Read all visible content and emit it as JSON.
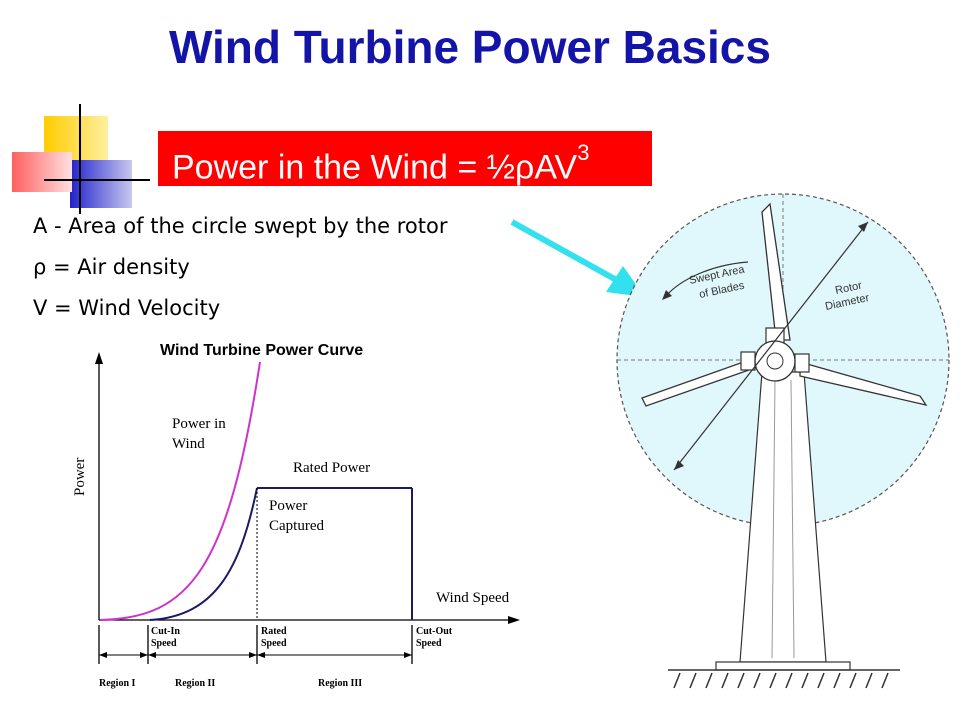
{
  "title": "Wind Turbine Power Basics",
  "formula": {
    "text": "Power in the Wind = ½ρAV",
    "exponent": "3"
  },
  "definitions": [
    "A - Area of the circle swept by the rotor",
    "ρ = Air density",
    "V = Wind Velocity"
  ],
  "power_curve": {
    "title": "Wind Turbine Power Curve",
    "y_axis_label": "Power",
    "x_axis_label": "Wind Speed",
    "power_in_wind_line1": "Power in",
    "power_in_wind_line2": "Wind",
    "rated_power": "Rated Power",
    "power_captured_line1": "Power",
    "power_captured_line2": "Captured",
    "cut_in_line1": "Cut-In",
    "cut_in_line2": "Speed",
    "rated_speed_line1": "Rated",
    "rated_speed_line2": "Speed",
    "cut_out_line1": "Cut-Out",
    "cut_out_line2": "Speed",
    "region1": "Region I",
    "region2": "Region II",
    "region3": "Region III"
  },
  "turbine": {
    "swept_area_line1": "Swept Area",
    "swept_area_line2": "of Blades",
    "rotor_line1": "Rotor",
    "rotor_line2": "Diameter"
  },
  "colors": {
    "title": "#1414a8",
    "formula_bg": "#ff0000",
    "power_in_wind_curve": "#cc33cc",
    "power_captured_curve": "#1a1a66",
    "swept_disc": "#e0f7fb",
    "pointer_arrow": "#33e0ee"
  }
}
